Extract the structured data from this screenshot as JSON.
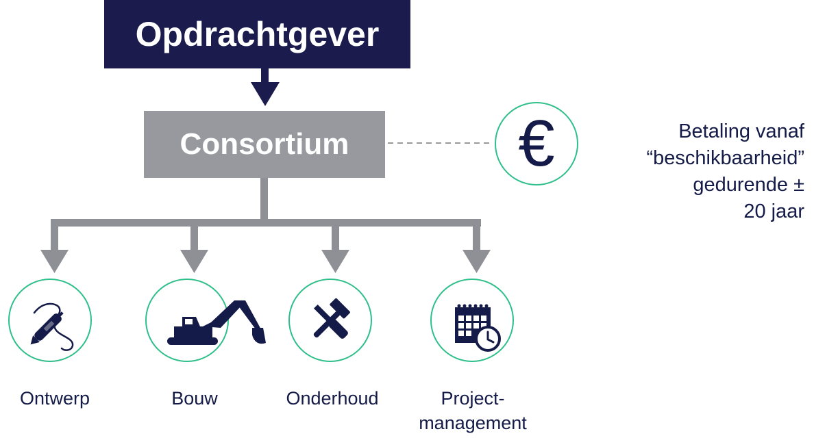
{
  "diagram": {
    "client_label": "Opdrachtgever",
    "consortium_label": "Consortium",
    "payment_symbol": "€",
    "payment_note_lines": [
      "Betaling vanaf",
      "“beschikbaarheid”",
      "gedurende ±",
      "20 jaar"
    ],
    "services": [
      {
        "label": "Ontwerp",
        "icon": "pen-icon"
      },
      {
        "label": "Bouw",
        "icon": "excavator-icon"
      },
      {
        "label": "Onderhoud",
        "icon": "tools-icon"
      },
      {
        "label_lines": [
          "Project-",
          "management"
        ],
        "icon": "calendar-clock-icon"
      }
    ]
  },
  "colors": {
    "navy": "#1b1b4d",
    "icon_navy": "#141b48",
    "gray": "#98999e",
    "connector_gray": "#8f9095",
    "circle_green": "#2fbf8a"
  }
}
